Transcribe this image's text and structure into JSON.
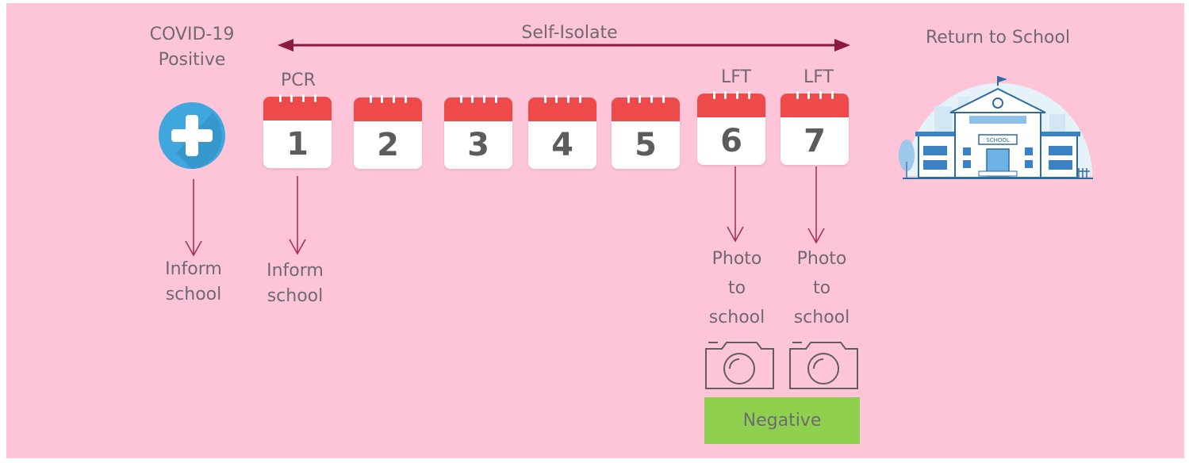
{
  "covid_label": "COVID-19\nPositive",
  "self_isolate_label": "Self-Isolate",
  "return_label": "Return to School",
  "pcr_label": "PCR",
  "lft_label_1": "LFT",
  "lft_label_2": "LFT",
  "days": [
    "1",
    "2",
    "3",
    "4",
    "5",
    "6",
    "7"
  ],
  "inform_1": "Inform\nschool",
  "inform_2": "Inform\nschool",
  "photo_1": "Photo\nto\nschool",
  "photo_2": "Photo\nto\nschool",
  "negative_label": "Negative",
  "school_sign": "SCHOOL",
  "colors": {
    "background": "#fec4d8",
    "text": "#6f6a72",
    "calendar_header": "#ee4a4a",
    "arrow_dark": "#8b1a3c",
    "arrow_light": "#a8305a",
    "negative_bg": "#8fd14f",
    "plus_circle": "#3fa7dd"
  },
  "icons": [
    "plus-circle-icon",
    "calendar-icon",
    "camera-icon",
    "school-building-icon"
  ]
}
